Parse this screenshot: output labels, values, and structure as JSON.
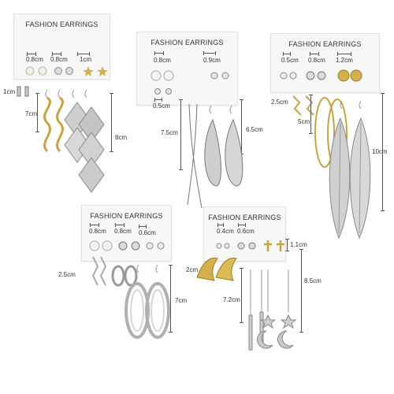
{
  "cards": [
    {
      "title": "FASHION EARRINGS",
      "size_labels": [
        "0.8cm",
        "0.8cm",
        "1cm"
      ],
      "side_labels": [
        "1cm",
        "7cm",
        "8cm"
      ]
    },
    {
      "title": "FASHION EARRINGS",
      "size_labels": [
        "0.8cm",
        "0.9cm",
        "0.5cm"
      ],
      "side_labels": [
        "7.5cm",
        "6.5cm"
      ]
    },
    {
      "title": "FASHION EARRINGS",
      "size_labels": [
        "0.5cm",
        "0.8cm",
        "1.2cm"
      ],
      "side_labels": [
        "2.5cm",
        "5cm",
        "10cm"
      ]
    },
    {
      "title": "FASHION EARRINGS",
      "size_labels": [
        "0.8cm",
        "0.8cm",
        "0.6cm"
      ],
      "side_labels": [
        "2.5cm",
        "7cm"
      ]
    },
    {
      "title": "FASHION EARRINGS",
      "size_labels": [
        "0.4cm",
        "0.6cm",
        "1.1cm"
      ],
      "side_labels": [
        "2cm",
        "7.2cm",
        "8.5cm"
      ]
    }
  ],
  "colors": {
    "gold": "#c9a43a",
    "silver": "#b8b8b8",
    "card": "#f7f7f7"
  }
}
